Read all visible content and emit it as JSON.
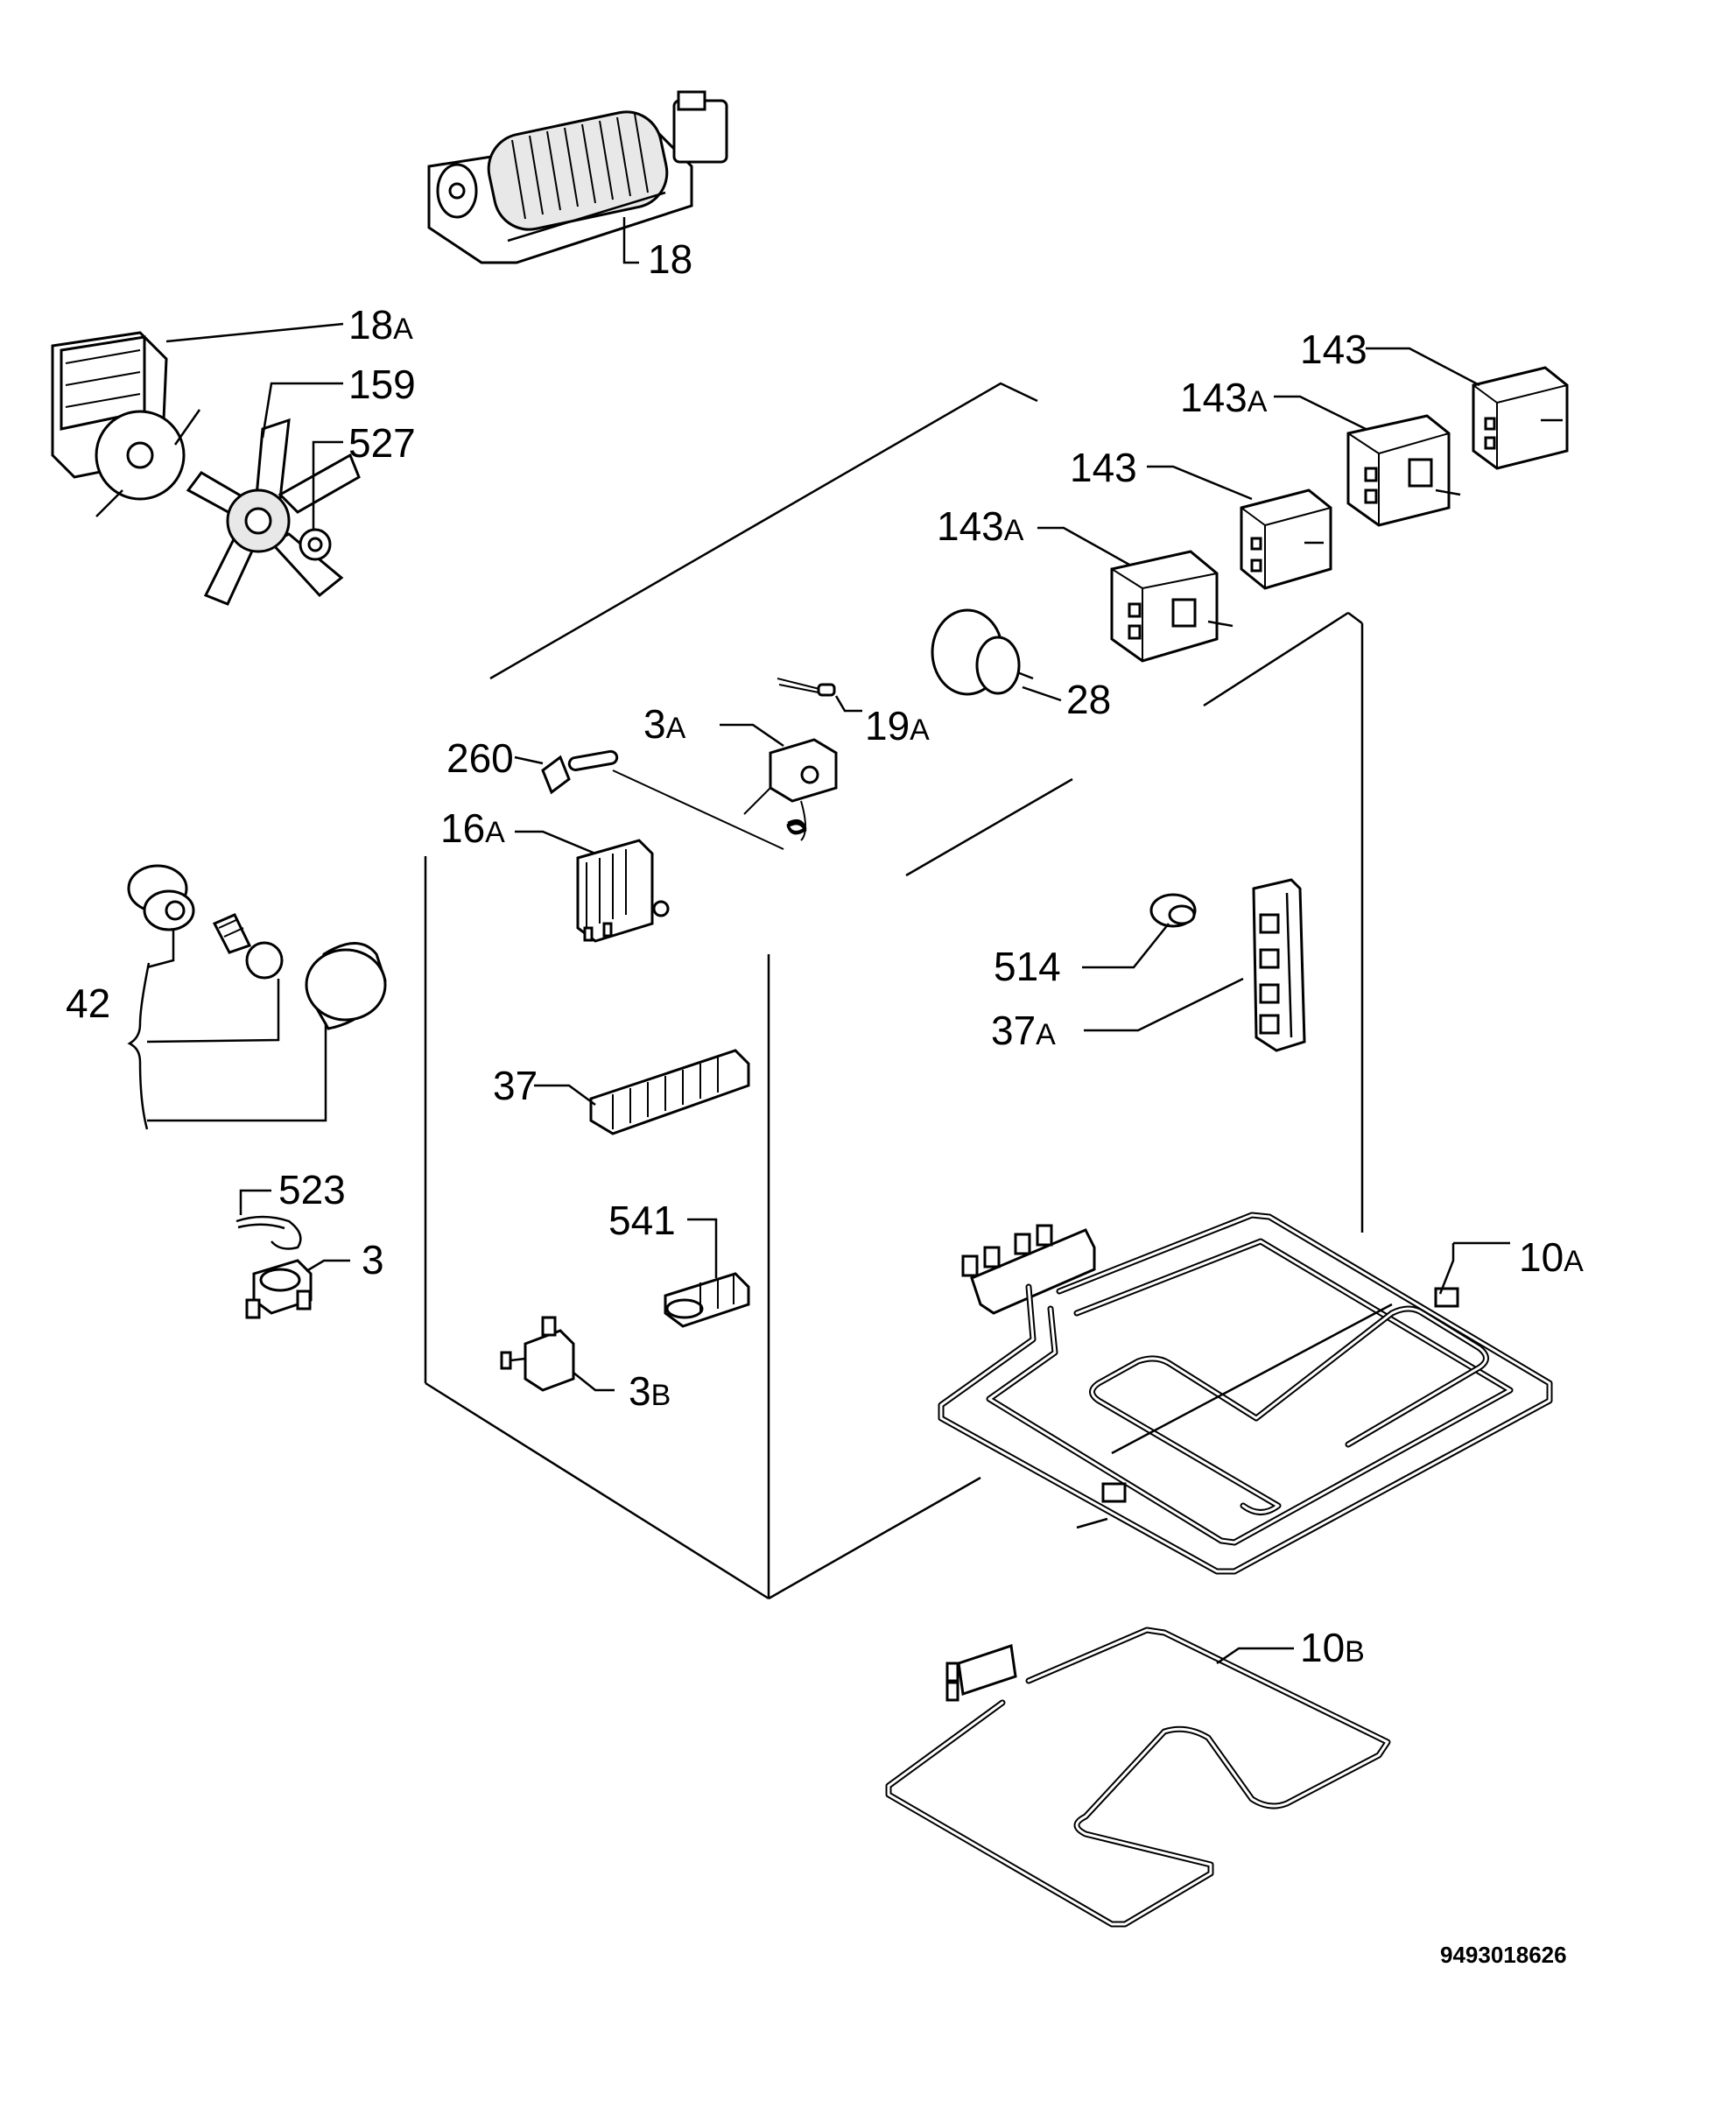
{
  "callouts": {
    "c18": {
      "num": "18",
      "suf": ""
    },
    "c18a": {
      "num": "18",
      "suf": "A"
    },
    "c159": {
      "num": "159",
      "suf": ""
    },
    "c527": {
      "num": "527",
      "suf": ""
    },
    "c143_1": {
      "num": "143",
      "suf": ""
    },
    "c143a_1": {
      "num": "143",
      "suf": "A"
    },
    "c143_2": {
      "num": "143",
      "suf": ""
    },
    "c143a_2": {
      "num": "143",
      "suf": "A"
    },
    "c28": {
      "num": "28",
      "suf": ""
    },
    "c19a": {
      "num": "19",
      "suf": "A"
    },
    "c3a": {
      "num": "3",
      "suf": "A"
    },
    "c260": {
      "num": "260",
      "suf": ""
    },
    "c16a": {
      "num": "16",
      "suf": "A"
    },
    "c42": {
      "num": "42",
      "suf": ""
    },
    "c514": {
      "num": "514",
      "suf": ""
    },
    "c37a": {
      "num": "37",
      "suf": "A"
    },
    "c37": {
      "num": "37",
      "suf": ""
    },
    "c523": {
      "num": "523",
      "suf": ""
    },
    "c3": {
      "num": "3",
      "suf": ""
    },
    "c541": {
      "num": "541",
      "suf": ""
    },
    "c3b": {
      "num": "3",
      "suf": "B"
    },
    "c10a": {
      "num": "10",
      "suf": "A"
    },
    "c10b": {
      "num": "10",
      "suf": "B"
    }
  },
  "doc_number": "9493018626",
  "colors": {
    "ink": "#000000",
    "paper": "#ffffff"
  }
}
